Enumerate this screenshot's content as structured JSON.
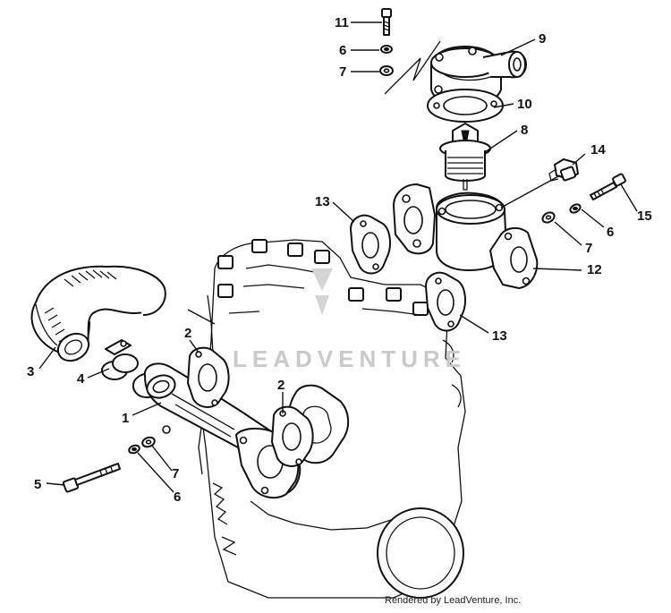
{
  "callouts": [
    {
      "id": "c11",
      "label": "11"
    },
    {
      "id": "c6a",
      "label": "6"
    },
    {
      "id": "c7a",
      "label": "7"
    },
    {
      "id": "c9",
      "label": "9"
    },
    {
      "id": "c10",
      "label": "10"
    },
    {
      "id": "c8",
      "label": "8"
    },
    {
      "id": "c14",
      "label": "14"
    },
    {
      "id": "c15",
      "label": "15"
    },
    {
      "id": "c13a",
      "label": "13"
    },
    {
      "id": "c6b",
      "label": "6"
    },
    {
      "id": "c7b",
      "label": "7"
    },
    {
      "id": "c12",
      "label": "12"
    },
    {
      "id": "c13b",
      "label": "13"
    },
    {
      "id": "c3",
      "label": "3"
    },
    {
      "id": "c2a",
      "label": "2"
    },
    {
      "id": "c4",
      "label": "4"
    },
    {
      "id": "c2b",
      "label": "2"
    },
    {
      "id": "c1",
      "label": "1"
    },
    {
      "id": "c5",
      "label": "5"
    },
    {
      "id": "c7c",
      "label": "7"
    },
    {
      "id": "c6c",
      "label": "6"
    }
  ],
  "watermark": {
    "text": "LEADVENTURE"
  },
  "credit": {
    "text": "Rendered by LeadVenture, Inc."
  }
}
